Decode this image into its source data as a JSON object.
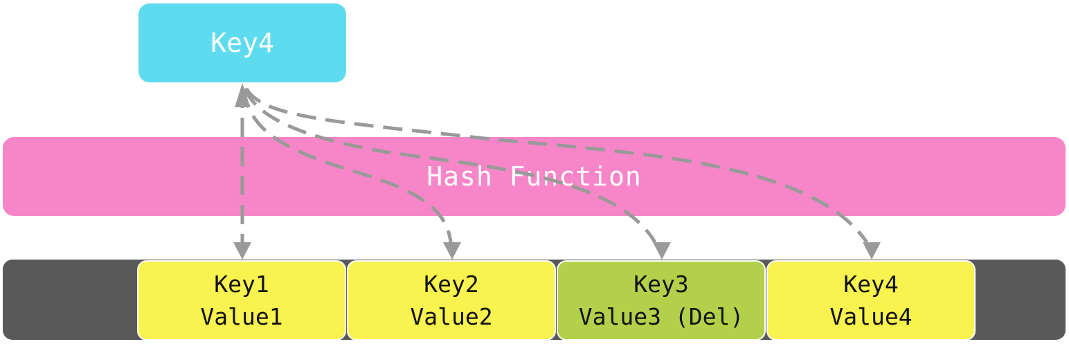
{
  "colors": {
    "key_box": "#5FDBF0",
    "hash_box": "#F786C8",
    "table_bar": "#595959",
    "slot_normal": "#F8F34E",
    "slot_deleted": "#B3D04A",
    "arrow": "#9A9A9A"
  },
  "input_key": {
    "label": "Key4"
  },
  "hash_function": {
    "label": "Hash Function"
  },
  "slots": [
    {
      "key": "Key1",
      "value": "Value1",
      "state": "normal"
    },
    {
      "key": "Key2",
      "value": "Value2",
      "state": "normal"
    },
    {
      "key": "Key3",
      "value": "Value3 (Del)",
      "state": "deleted"
    },
    {
      "key": "Key4",
      "value": "Value4",
      "state": "normal"
    }
  ]
}
